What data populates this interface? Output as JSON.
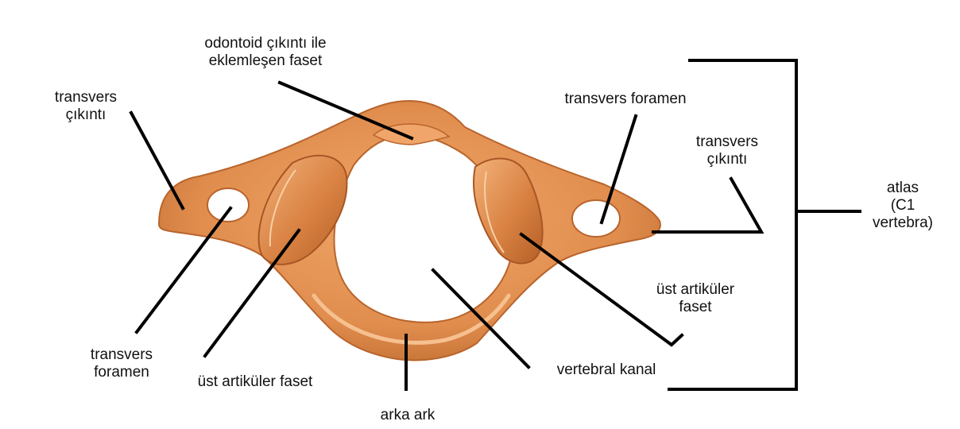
{
  "labels": {
    "odontoid_facet": {
      "line1": "odontoid çıkıntı ile",
      "line2": "eklemleşen faset"
    },
    "transverse_process_left": {
      "line1": "transvers",
      "line2": "çıkıntı"
    },
    "transverse_foramen_right": {
      "line1": "transvers foramen"
    },
    "transverse_process_right": {
      "line1": "transvers",
      "line2": "çıkıntı"
    },
    "atlas": {
      "line1": "atlas",
      "line2": "(C1",
      "line3": "vertebra)"
    },
    "superior_facet_right": {
      "line1": "üst artiküler",
      "line2": "faset"
    },
    "transverse_foramen_left": {
      "line1": "transvers",
      "line2": "foramen"
    },
    "superior_facet_left": {
      "line1": "üst artiküler faset"
    },
    "posterior_arch": {
      "line1": "arka ark"
    },
    "vertebral_canal": {
      "line1": "vertebral kanal"
    }
  },
  "colors": {
    "bone": "#e08d4e",
    "bone_dark": "#b9642c",
    "bone_light": "#f6c08f",
    "line": "#000000"
  }
}
